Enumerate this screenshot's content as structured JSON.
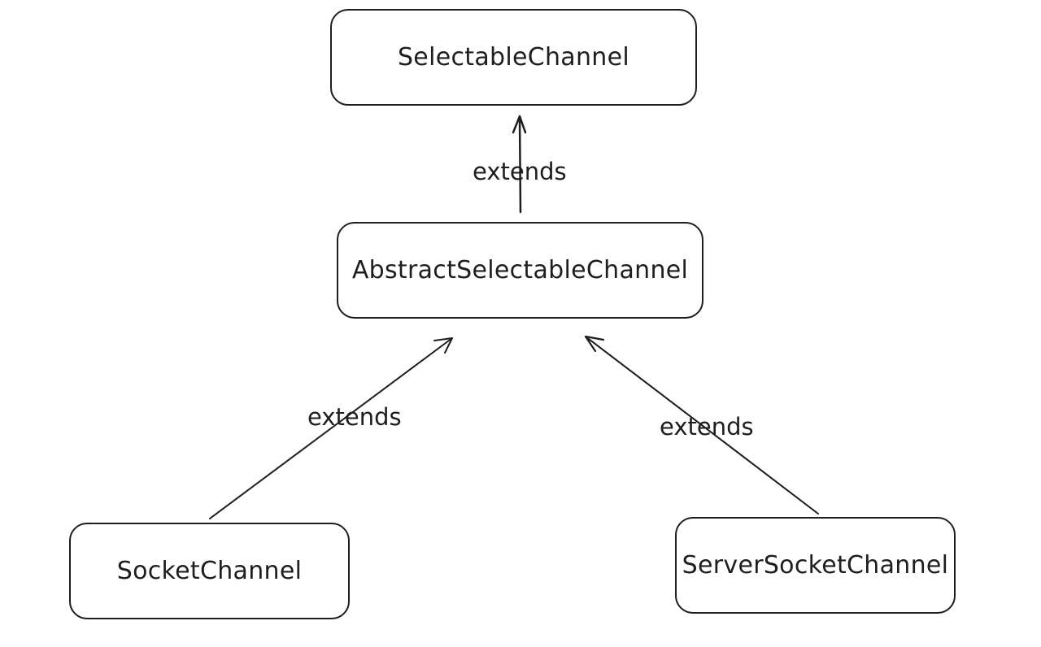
{
  "diagram": {
    "nodes": {
      "selectable_channel": "SelectableChannel",
      "abstract_selectable_channel": "AbstractSelectableChannel",
      "socket_channel": "SocketChannel",
      "server_socket_channel": "ServerSocketChannel"
    },
    "edges": [
      {
        "from": "AbstractSelectableChannel",
        "to": "SelectableChannel",
        "label": "extends"
      },
      {
        "from": "SocketChannel",
        "to": "AbstractSelectableChannel",
        "label": "extends"
      },
      {
        "from": "ServerSocketChannel",
        "to": "AbstractSelectableChannel",
        "label": "extends"
      }
    ],
    "colors": {
      "stroke": "#1e1e1e",
      "background": "#ffffff"
    }
  }
}
